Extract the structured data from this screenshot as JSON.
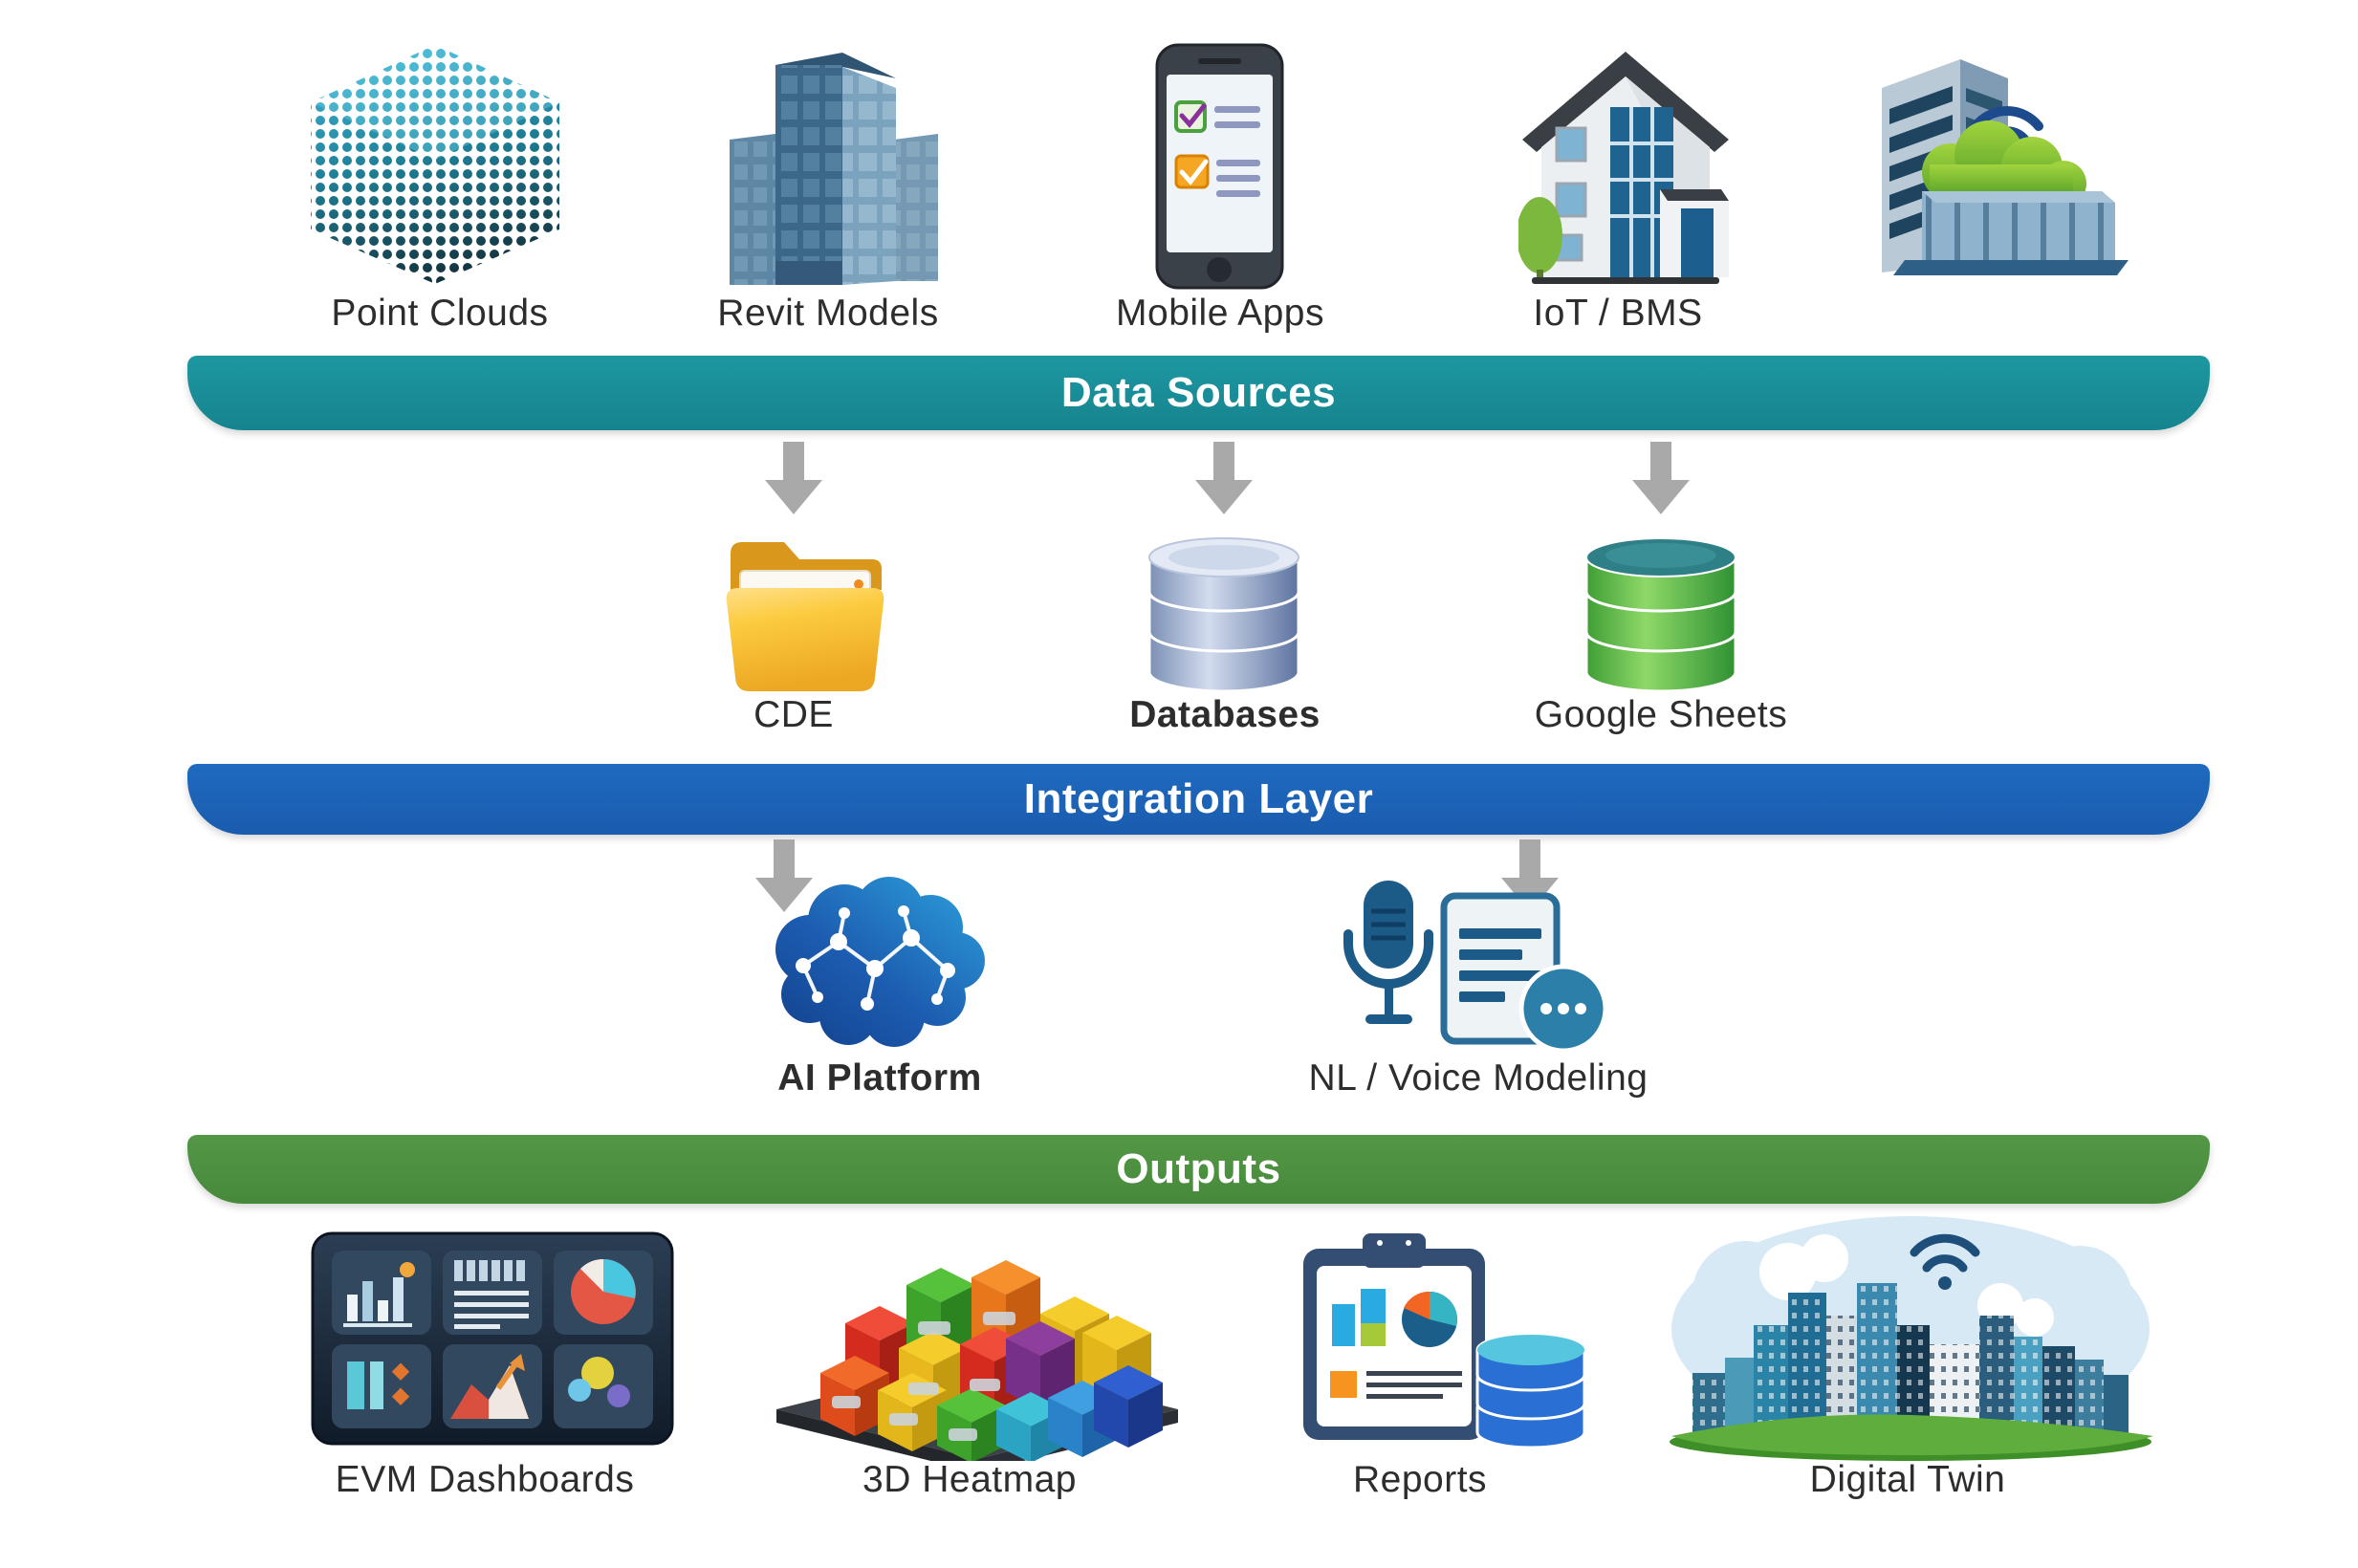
{
  "diagram": {
    "layers": [
      {
        "title": "Data Sources",
        "color": "#1a8e98"
      },
      {
        "title": "Integration Layer",
        "color": "#1c63b7"
      },
      {
        "title": "Outputs",
        "color": "#4e9142"
      }
    ],
    "sources": [
      {
        "label": "Point Clouds",
        "icon": "point-cloud-icon"
      },
      {
        "label": "Revit Models",
        "icon": "building-3d-icon"
      },
      {
        "label": "Mobile Apps",
        "icon": "mobile-phone-checklist-icon"
      },
      {
        "label": "IoT / BMS",
        "icon": "smart-home-icon"
      },
      {
        "label": "",
        "icon": "smart-building-wifi-icon"
      }
    ],
    "integration_items": [
      {
        "label": "CDE",
        "icon": "folder-icon"
      },
      {
        "label": "Databases",
        "icon": "database-icon"
      },
      {
        "label": "Google Sheets",
        "icon": "green-database-icon"
      }
    ],
    "processing_items": [
      {
        "label": "AI Platform",
        "icon": "ai-brain-network-icon"
      },
      {
        "label": "NL / Voice Modeling",
        "icon": "microphone-document-chat-icon"
      }
    ],
    "output_items": [
      {
        "label": "EVM Dashboards",
        "icon": "dashboard-icon"
      },
      {
        "label": "3D Heatmap",
        "icon": "heatmap-blocks-icon"
      },
      {
        "label": "Reports",
        "icon": "clipboard-report-database-icon"
      },
      {
        "label": "Digital Twin",
        "icon": "smart-city-wifi-icon"
      }
    ],
    "arrow_color": "#a9a9a9",
    "label_text_color": "#2d2d2d"
  }
}
